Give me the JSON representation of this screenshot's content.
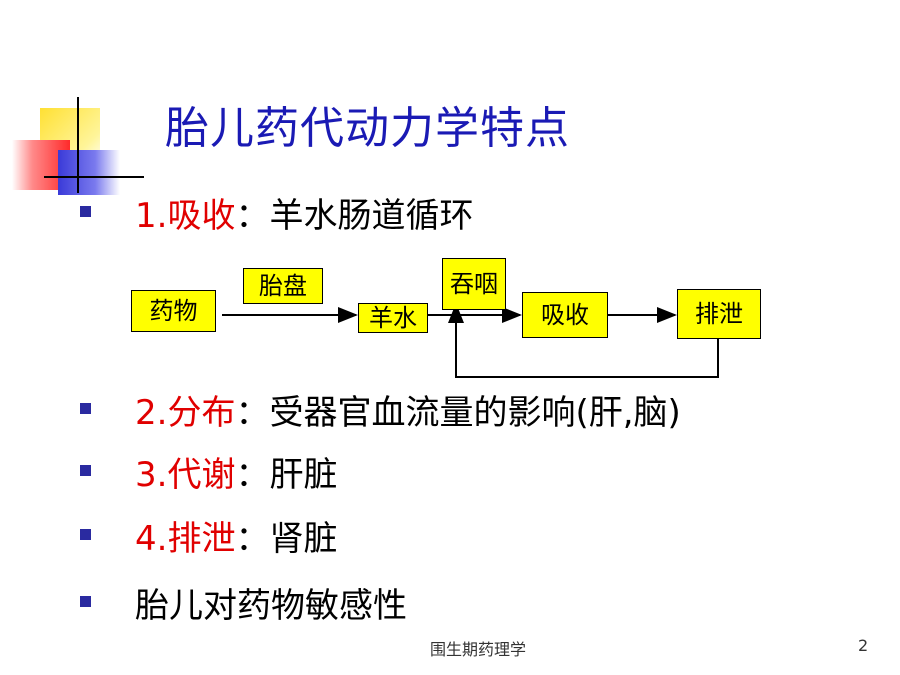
{
  "slide": {
    "title": "胎儿药代动力学特点",
    "page_number": "2",
    "footer": "围生期药理学"
  },
  "bullets": [
    {
      "label": "1.吸收",
      "separator": "：",
      "text": "羊水肠道循环"
    },
    {
      "label": "2.分布",
      "separator": "：",
      "text": "受器官血流量的影响(肝,脑)"
    },
    {
      "label": "3.代谢",
      "separator": "：",
      "text": "肝脏"
    },
    {
      "label": "4.排泄",
      "separator": "：",
      "text": "肾脏"
    },
    {
      "label": "",
      "separator": "",
      "text": "胎儿对药物敏感性"
    }
  ],
  "flow": {
    "drug": "药物",
    "placenta": "胎盘",
    "amniotic_fluid": "羊水",
    "swallow": "吞咽",
    "absorption": "吸收",
    "excretion": "排泄"
  },
  "colors": {
    "title": "#1a1ab4",
    "label": "#e00000",
    "box_fill": "#ffff00",
    "bullet": "#2a2aa0"
  }
}
